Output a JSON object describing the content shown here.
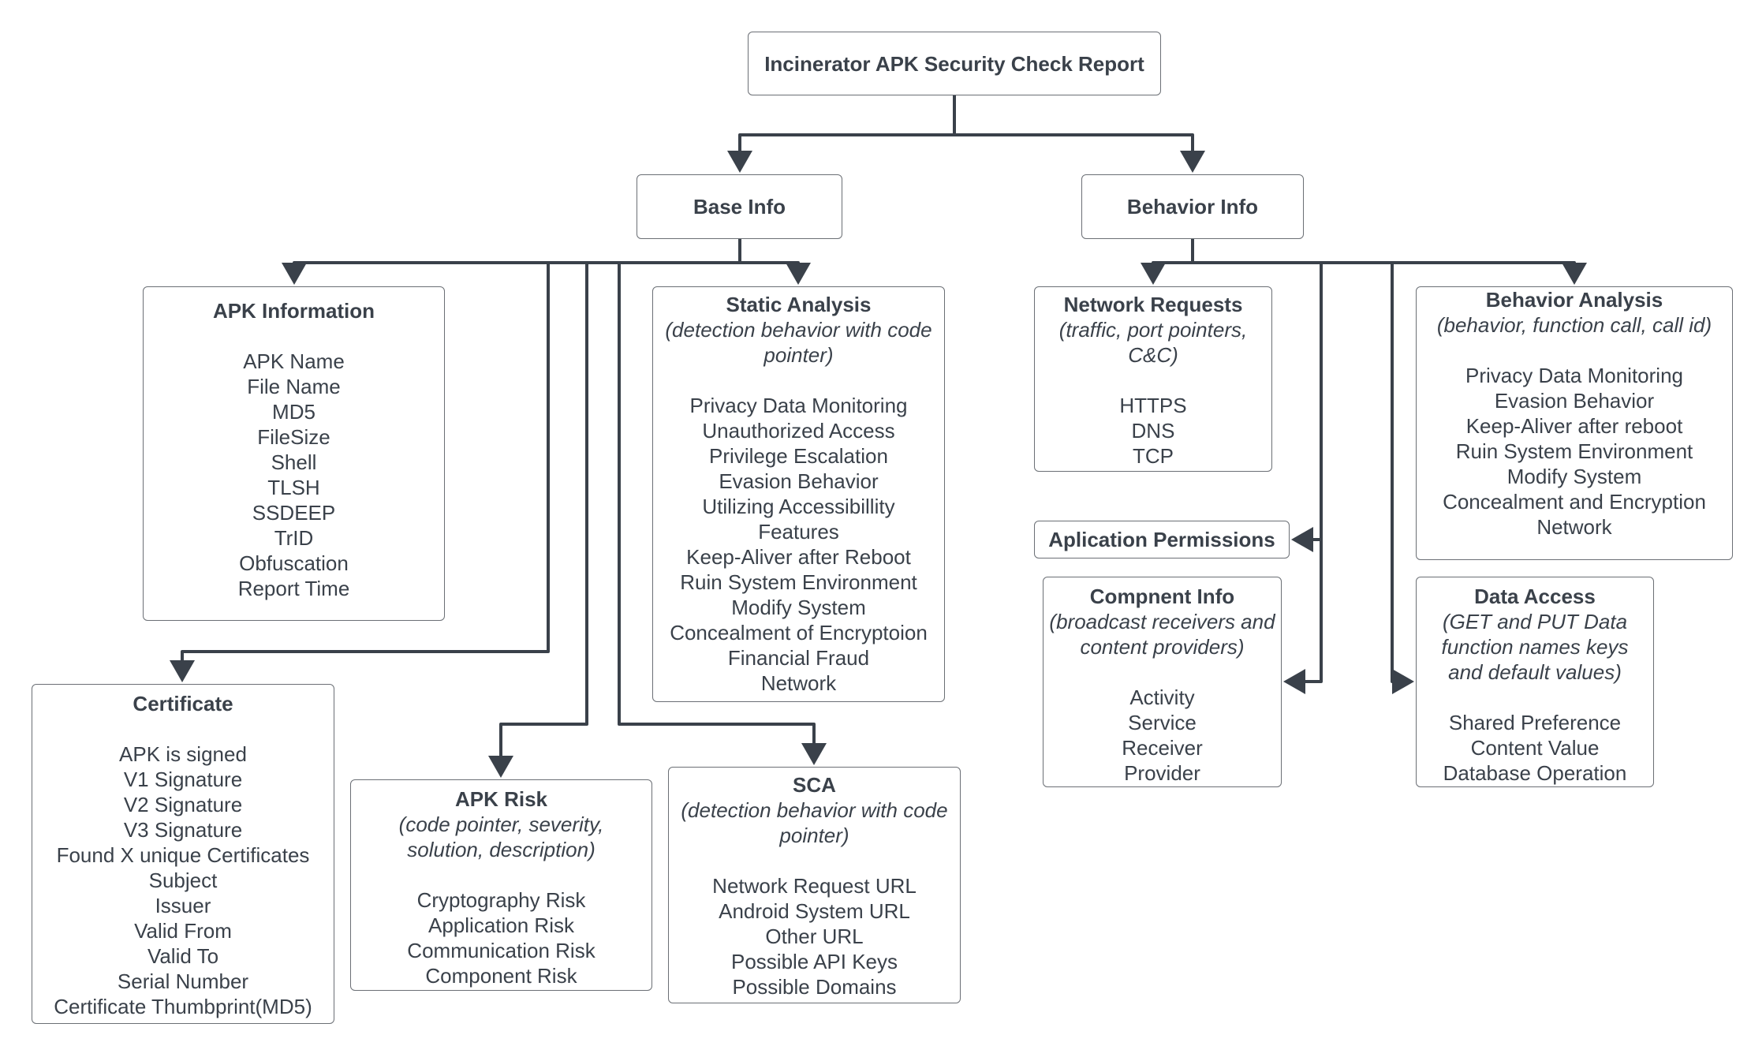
{
  "root": {
    "title": "Incinerator APK Security Check Report"
  },
  "base_info": {
    "title": "Base Info"
  },
  "behavior_info": {
    "title": "Behavior Info"
  },
  "apk_information": {
    "title": "APK Information",
    "items": [
      "APK Name",
      "File Name",
      "MD5",
      "FileSize",
      "Shell",
      "TLSH",
      "SSDEEP",
      "TrID",
      "Obfuscation",
      "Report Time"
    ]
  },
  "static_analysis": {
    "title": "Static Analysis",
    "subtitle": "(detection behavior with code pointer)",
    "items": [
      "Privacy Data Monitoring",
      "Unauthorized Access",
      "Privilege Escalation",
      "Evasion Behavior",
      "Utilizing Accessibillity Features",
      "Keep-Aliver after Reboot",
      "Ruin System Environment",
      "Modify System",
      "Concealment of Encryptoion",
      "Financial Fraud",
      "Network"
    ]
  },
  "certificate": {
    "title": "Certificate",
    "items": [
      "APK is signed",
      "V1 Signature",
      "V2 Signature",
      "V3 Signature",
      "Found X unique Certificates",
      "Subject",
      "Issuer",
      "Valid From",
      "Valid To",
      "Serial Number",
      "Certificate Thumbprint(MD5)"
    ]
  },
  "apk_risk": {
    "title": "APK Risk",
    "subtitle": "(code pointer, severity, solution, description)",
    "items": [
      "Cryptography Risk",
      "Application Risk",
      "Communication Risk",
      "Component Risk"
    ]
  },
  "sca": {
    "title": "SCA",
    "subtitle": "(detection behavior with code pointer)",
    "items": [
      "Network Request URL",
      "Android System URL",
      "Other URL",
      "Possible API Keys",
      "Possible Domains"
    ]
  },
  "network_requests": {
    "title": "Network Requests",
    "subtitle": "(traffic, port pointers, C&C)",
    "items": [
      "HTTPS",
      "DNS",
      "TCP"
    ]
  },
  "application_permissions": {
    "title": "Aplication Permissions"
  },
  "component_info": {
    "title": "Compnent Info",
    "subtitle": "(broadcast receivers and content providers)",
    "items": [
      "Activity",
      "Service",
      "Receiver",
      "Provider"
    ]
  },
  "behavior_analysis": {
    "title": "Behavior Analysis",
    "subtitle": "(behavior, function call, call id)",
    "items": [
      "Privacy Data Monitoring",
      "Evasion Behavior",
      "Keep-Aliver after reboot",
      "Ruin System Environment",
      "Modify System",
      "Concealment and Encryption",
      "Network"
    ]
  },
  "data_access": {
    "title": "Data Access",
    "subtitle": "(GET and PUT Data function names keys and default values)",
    "items": [
      "Shared Preference",
      "Content Value",
      "Database Operation"
    ]
  },
  "colors": {
    "line": "#3a414a",
    "border": "#6b6f75",
    "text": "#3a414a"
  }
}
